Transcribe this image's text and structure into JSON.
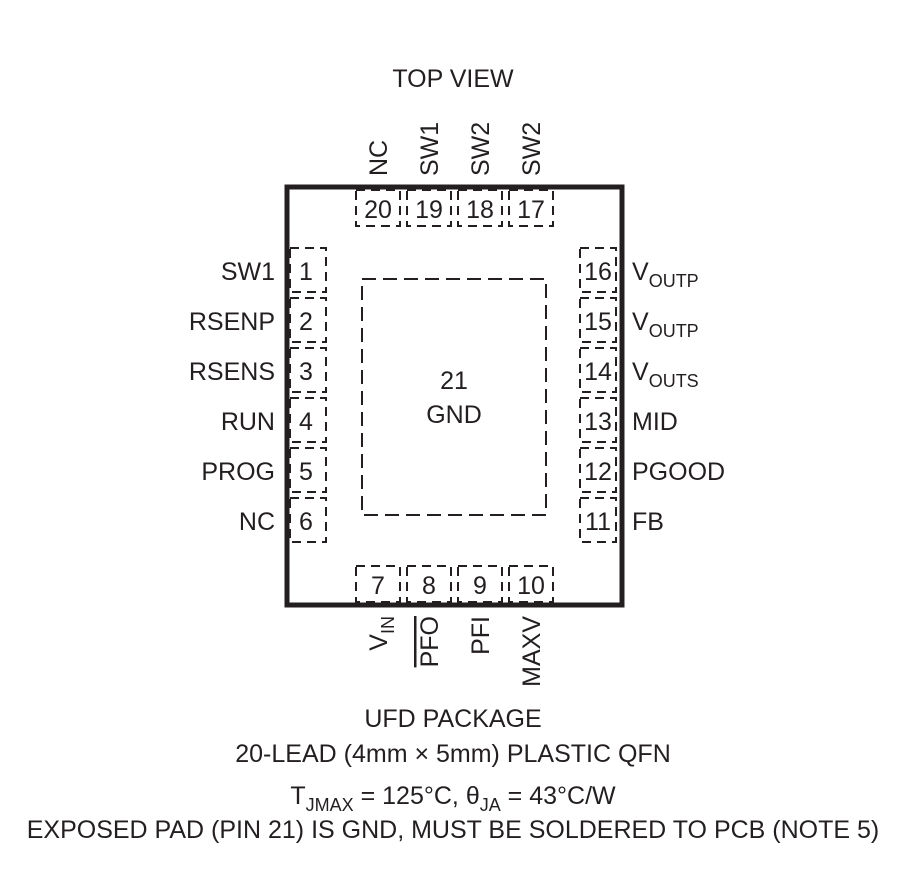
{
  "title": "TOP VIEW",
  "package": {
    "name": "UFD PACKAGE",
    "description": "20-LEAD (4mm × 5mm) PLASTIC QFN",
    "thermal_tjmax_main": "T",
    "thermal_tjmax_sub": "JMAX",
    "thermal_tjmax_value": " = 125°C, ",
    "thermal_theta_main": "θ",
    "thermal_theta_sub": "JA",
    "thermal_theta_value": " = 43°C/W",
    "exposed_pad_note": "EXPOSED PAD (PIN 21) IS GND, MUST BE SOLDERED TO PCB (NOTE 5)"
  },
  "exposed_pad": {
    "number": "21",
    "name": "GND"
  },
  "pins": {
    "left": [
      {
        "number": "1",
        "name": "SW1"
      },
      {
        "number": "2",
        "name": "RSENP"
      },
      {
        "number": "3",
        "name": "RSENS"
      },
      {
        "number": "4",
        "name": "RUN"
      },
      {
        "number": "5",
        "name": "PROG"
      },
      {
        "number": "6",
        "name": "NC"
      }
    ],
    "right": [
      {
        "number": "16",
        "name": "V",
        "sub": "OUTP"
      },
      {
        "number": "15",
        "name": "V",
        "sub": "OUTP"
      },
      {
        "number": "14",
        "name": "V",
        "sub": "OUTS"
      },
      {
        "number": "13",
        "name": "MID"
      },
      {
        "number": "12",
        "name": "PGOOD"
      },
      {
        "number": "11",
        "name": "FB"
      }
    ],
    "top": [
      {
        "number": "20",
        "name": "NC"
      },
      {
        "number": "19",
        "name": "SW1"
      },
      {
        "number": "18",
        "name": "SW2"
      },
      {
        "number": "17",
        "name": "SW2"
      }
    ],
    "bottom": [
      {
        "number": "7",
        "name": "V",
        "sub": "IN"
      },
      {
        "number": "8",
        "name": "PFO",
        "overline": true
      },
      {
        "number": "9",
        "name": "PFI"
      },
      {
        "number": "10",
        "name": "MAXV"
      }
    ]
  }
}
